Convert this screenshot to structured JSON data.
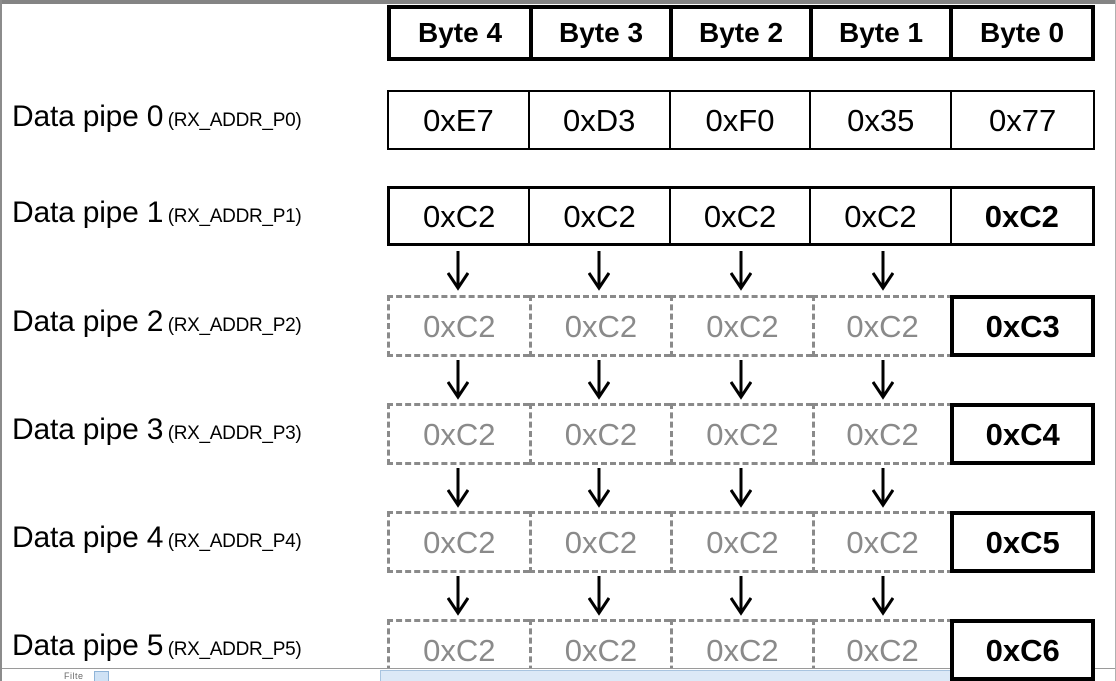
{
  "table": {
    "column_headers": [
      "Byte 4",
      "Byte 3",
      "Byte 2",
      "Byte 1",
      "Byte 0"
    ],
    "rows": [
      {
        "label_main": "Data pipe 0",
        "label_register": "(RX_ADDR_P0)",
        "style": "solid-thin",
        "bytes": [
          "0xE7",
          "0xD3",
          "0xF0",
          "0x35",
          "0x77"
        ]
      },
      {
        "label_main": "Data pipe 1",
        "label_register": "(RX_ADDR_P1)",
        "style": "solid-bold-last",
        "bytes": [
          "0xC2",
          "0xC2",
          "0xC2",
          "0xC2",
          "0xC2"
        ]
      },
      {
        "label_main": "Data pipe 2",
        "label_register": "(RX_ADDR_P2)",
        "style": "inherited",
        "bytes": [
          "0xC2",
          "0xC2",
          "0xC2",
          "0xC2",
          "0xC3"
        ]
      },
      {
        "label_main": "Data pipe 3",
        "label_register": "(RX_ADDR_P3)",
        "style": "inherited",
        "bytes": [
          "0xC2",
          "0xC2",
          "0xC2",
          "0xC2",
          "0xC4"
        ]
      },
      {
        "label_main": "Data pipe 4",
        "label_register": "(RX_ADDR_P4)",
        "style": "inherited",
        "bytes": [
          "0xC2",
          "0xC2",
          "0xC2",
          "0xC2",
          "0xC5"
        ]
      },
      {
        "label_main": "Data pipe 5",
        "label_register": "(RX_ADDR_P5)",
        "style": "inherited",
        "bytes": [
          "0xC2",
          "0xC2",
          "0xC2",
          "0xC2",
          "0xC6"
        ]
      }
    ]
  },
  "colors": {
    "ink": "#000000",
    "inherited_gray": "#8a8a8a",
    "page_background": "#ffffff"
  },
  "chrome": {
    "filter_label": "Filte",
    "arrow_glyph": "↓"
  }
}
